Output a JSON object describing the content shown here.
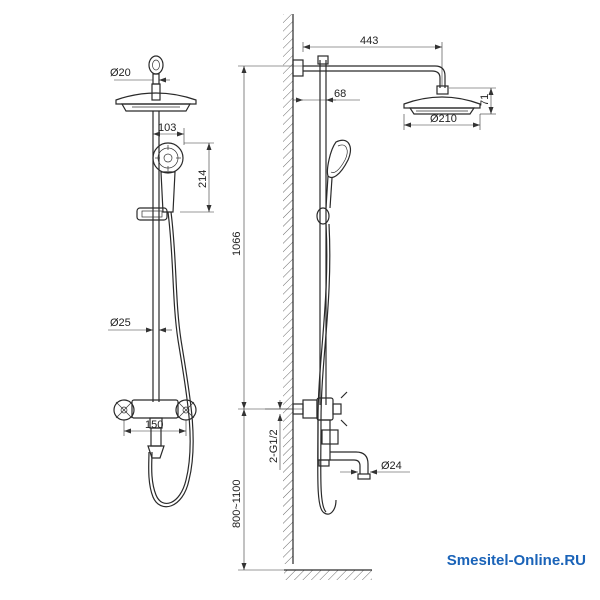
{
  "front_view": {
    "dim_pipe_diameter": "Ø20",
    "dim_hand_shower_width": "103",
    "dim_hand_shower_height": "214",
    "dim_bar_diameter": "Ø25",
    "dim_mixer_centers": "150"
  },
  "side_view": {
    "dim_arm_reach": "443",
    "dim_wall_offset": "68",
    "dim_head_height": "71",
    "dim_head_diameter": "Ø210",
    "dim_total_height": "1066",
    "dim_inlet_thread": "2-G1/2",
    "dim_spout_diameter": "Ø24",
    "dim_mount_height": "800~1100"
  },
  "watermark": "Smesitel-Online.RU",
  "colors": {
    "line": "#2a2a2a",
    "watermark": "#1a63b8"
  }
}
